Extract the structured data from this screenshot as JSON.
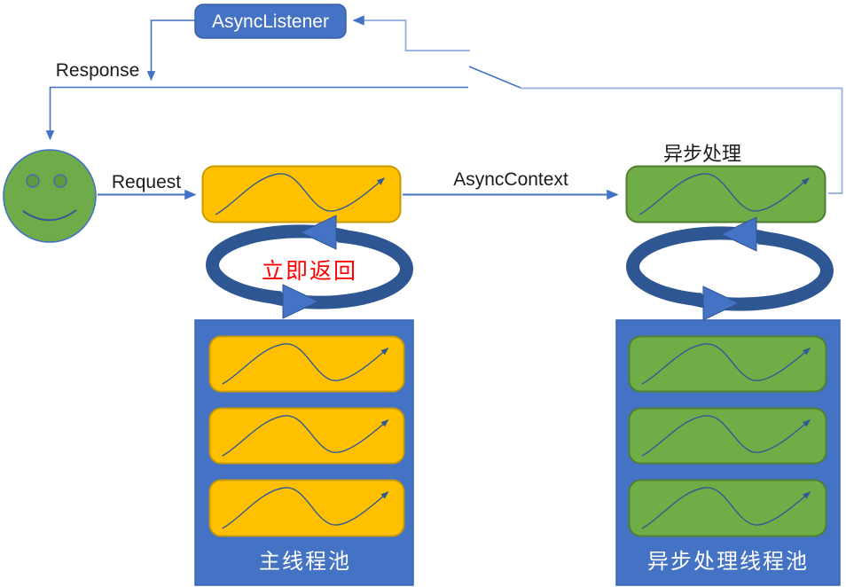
{
  "colors": {
    "accent-blue": "#4472C4",
    "light-blue": "#9DB4E2",
    "dark-blue": "#2E5693",
    "wave-blue": "#2F5B94",
    "listener-border": "#3A62A8",
    "pool-border": "#3964AE",
    "yellow": "#FFC000",
    "yellow-border": "#C99A00",
    "green": "#70AD47",
    "green-border": "#507E32",
    "smiley-green": "#6FAC49",
    "eye-green": "#5F9A3C",
    "eye-border": "#3E6CB0",
    "red": "#FF0000",
    "text-black": "#1B1B1B",
    "white": "#FFFFFF"
  },
  "nodes": {
    "async_listener": {
      "label": "AsyncListener"
    },
    "user": {
      "icon": "smiley-face-icon"
    },
    "request_task": {
      "icon": "wave-task-icon"
    },
    "async_task": {
      "icon": "wave-task-icon",
      "title": "异步处理"
    },
    "left_cycle": {
      "icon": "cycle-arrows-icon",
      "note": "立即返回"
    },
    "right_cycle": {
      "icon": "cycle-arrows-icon"
    }
  },
  "edges": {
    "response": {
      "label": "Response"
    },
    "request": {
      "label": "Request"
    },
    "async_context": {
      "label": "AsyncContext"
    }
  },
  "pools": {
    "main": {
      "label": "主线程池",
      "threads": 3
    },
    "async": {
      "label": "异步处理线程池",
      "threads": 3
    }
  }
}
